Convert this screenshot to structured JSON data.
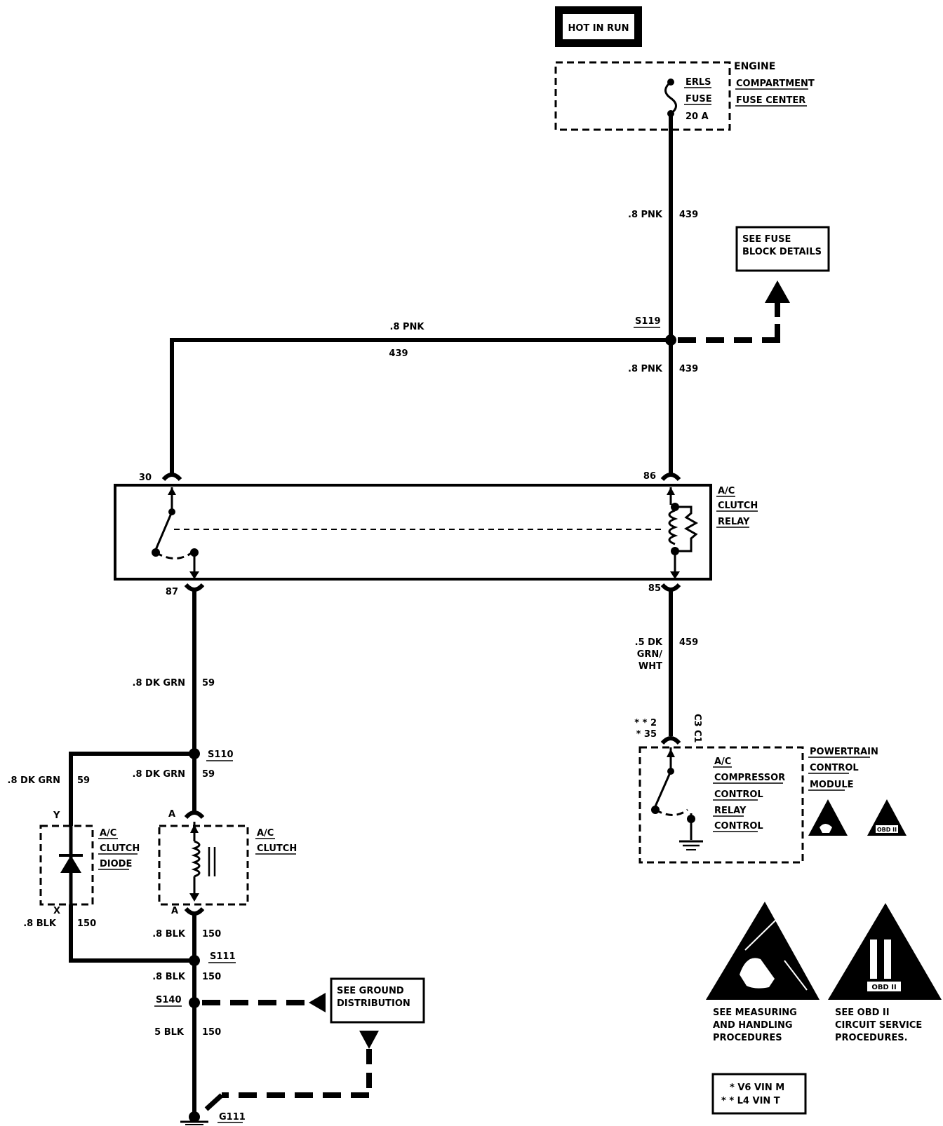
{
  "power_source": "HOT IN RUN",
  "fuse_center": {
    "title_lines": [
      "ENGINE",
      "COMPARTMENT",
      "FUSE CENTER"
    ],
    "fuse_name": "ERLS",
    "fuse_label": "FUSE",
    "fuse_rating": "20 A"
  },
  "wires": {
    "fuse_to_s119_gauge": ".8 PNK",
    "fuse_to_s119_circuit": "439",
    "top_gauge": ".8 PNK",
    "top_circuit": "439",
    "s119_to_86_gauge": ".8 PNK",
    "s119_to_86_circuit": "439",
    "relay85_gauge_lines": [
      ".5 DK",
      "GRN/",
      "WHT"
    ],
    "relay85_circuit": "459",
    "relay87_gauge": ".8 DK GRN",
    "relay87_circuit": "59",
    "diode_top_gauge": ".8 DK GRN",
    "diode_top_circuit": "59",
    "clutch_top_gauge": ".8 DK GRN",
    "clutch_top_circuit": "59",
    "diode_bottom_gauge": ".8 BLK",
    "diode_bottom_circuit": "150",
    "clutch_bottom_gauge": ".8 BLK",
    "clutch_bottom_circuit": "150",
    "s111_to_s140_gauge": ".8 BLK",
    "s111_to_s140_circuit": "150",
    "s140_to_ground_gauge": "5 BLK",
    "s140_to_ground_circuit": "150"
  },
  "splices": {
    "s119": "S119",
    "s110": "S110",
    "s111": "S111",
    "s140": "S140",
    "ground": "G111"
  },
  "relay": {
    "title_lines": [
      "A/C",
      "CLUTCH",
      "RELAY"
    ],
    "pin_30": "30",
    "pin_86": "86",
    "pin_87": "87",
    "pin_85": "85"
  },
  "see_fuse_block": [
    "SEE FUSE",
    "BLOCK DETAILS"
  ],
  "see_ground": [
    "SEE GROUND",
    "DISTRIBUTION"
  ],
  "diode": {
    "title_lines": [
      "A/C",
      "CLUTCH",
      "DIODE"
    ],
    "pin_top": "Y",
    "pin_bottom": "X"
  },
  "clutch": {
    "title_lines": [
      "A/C",
      "CLUTCH"
    ],
    "pin_top": "A",
    "pin_bottom": "A"
  },
  "pcm": {
    "title_lines": [
      "POWERTRAIN",
      "CONTROL",
      "MODULE"
    ],
    "internal_lines": [
      "A/C",
      "COMPRESSOR",
      "CONTROL",
      "RELAY",
      "CONTROL"
    ],
    "pin_v8": "* * 2",
    "pin_l4": "* 35",
    "conn_c3": "C3",
    "conn_c1": "C1",
    "obd_small": "OBD II"
  },
  "notes": {
    "esd_caption": [
      "SEE MEASURING",
      "AND HANDLING",
      "PROCEDURES"
    ],
    "obd_caption": [
      "SEE OBD II",
      "CIRCUIT SERVICE",
      "PROCEDURES."
    ],
    "obd_badge": "OBD II"
  },
  "legend": {
    "line1": "* V6 VIN M",
    "line2": "* * L4 VIN T"
  }
}
